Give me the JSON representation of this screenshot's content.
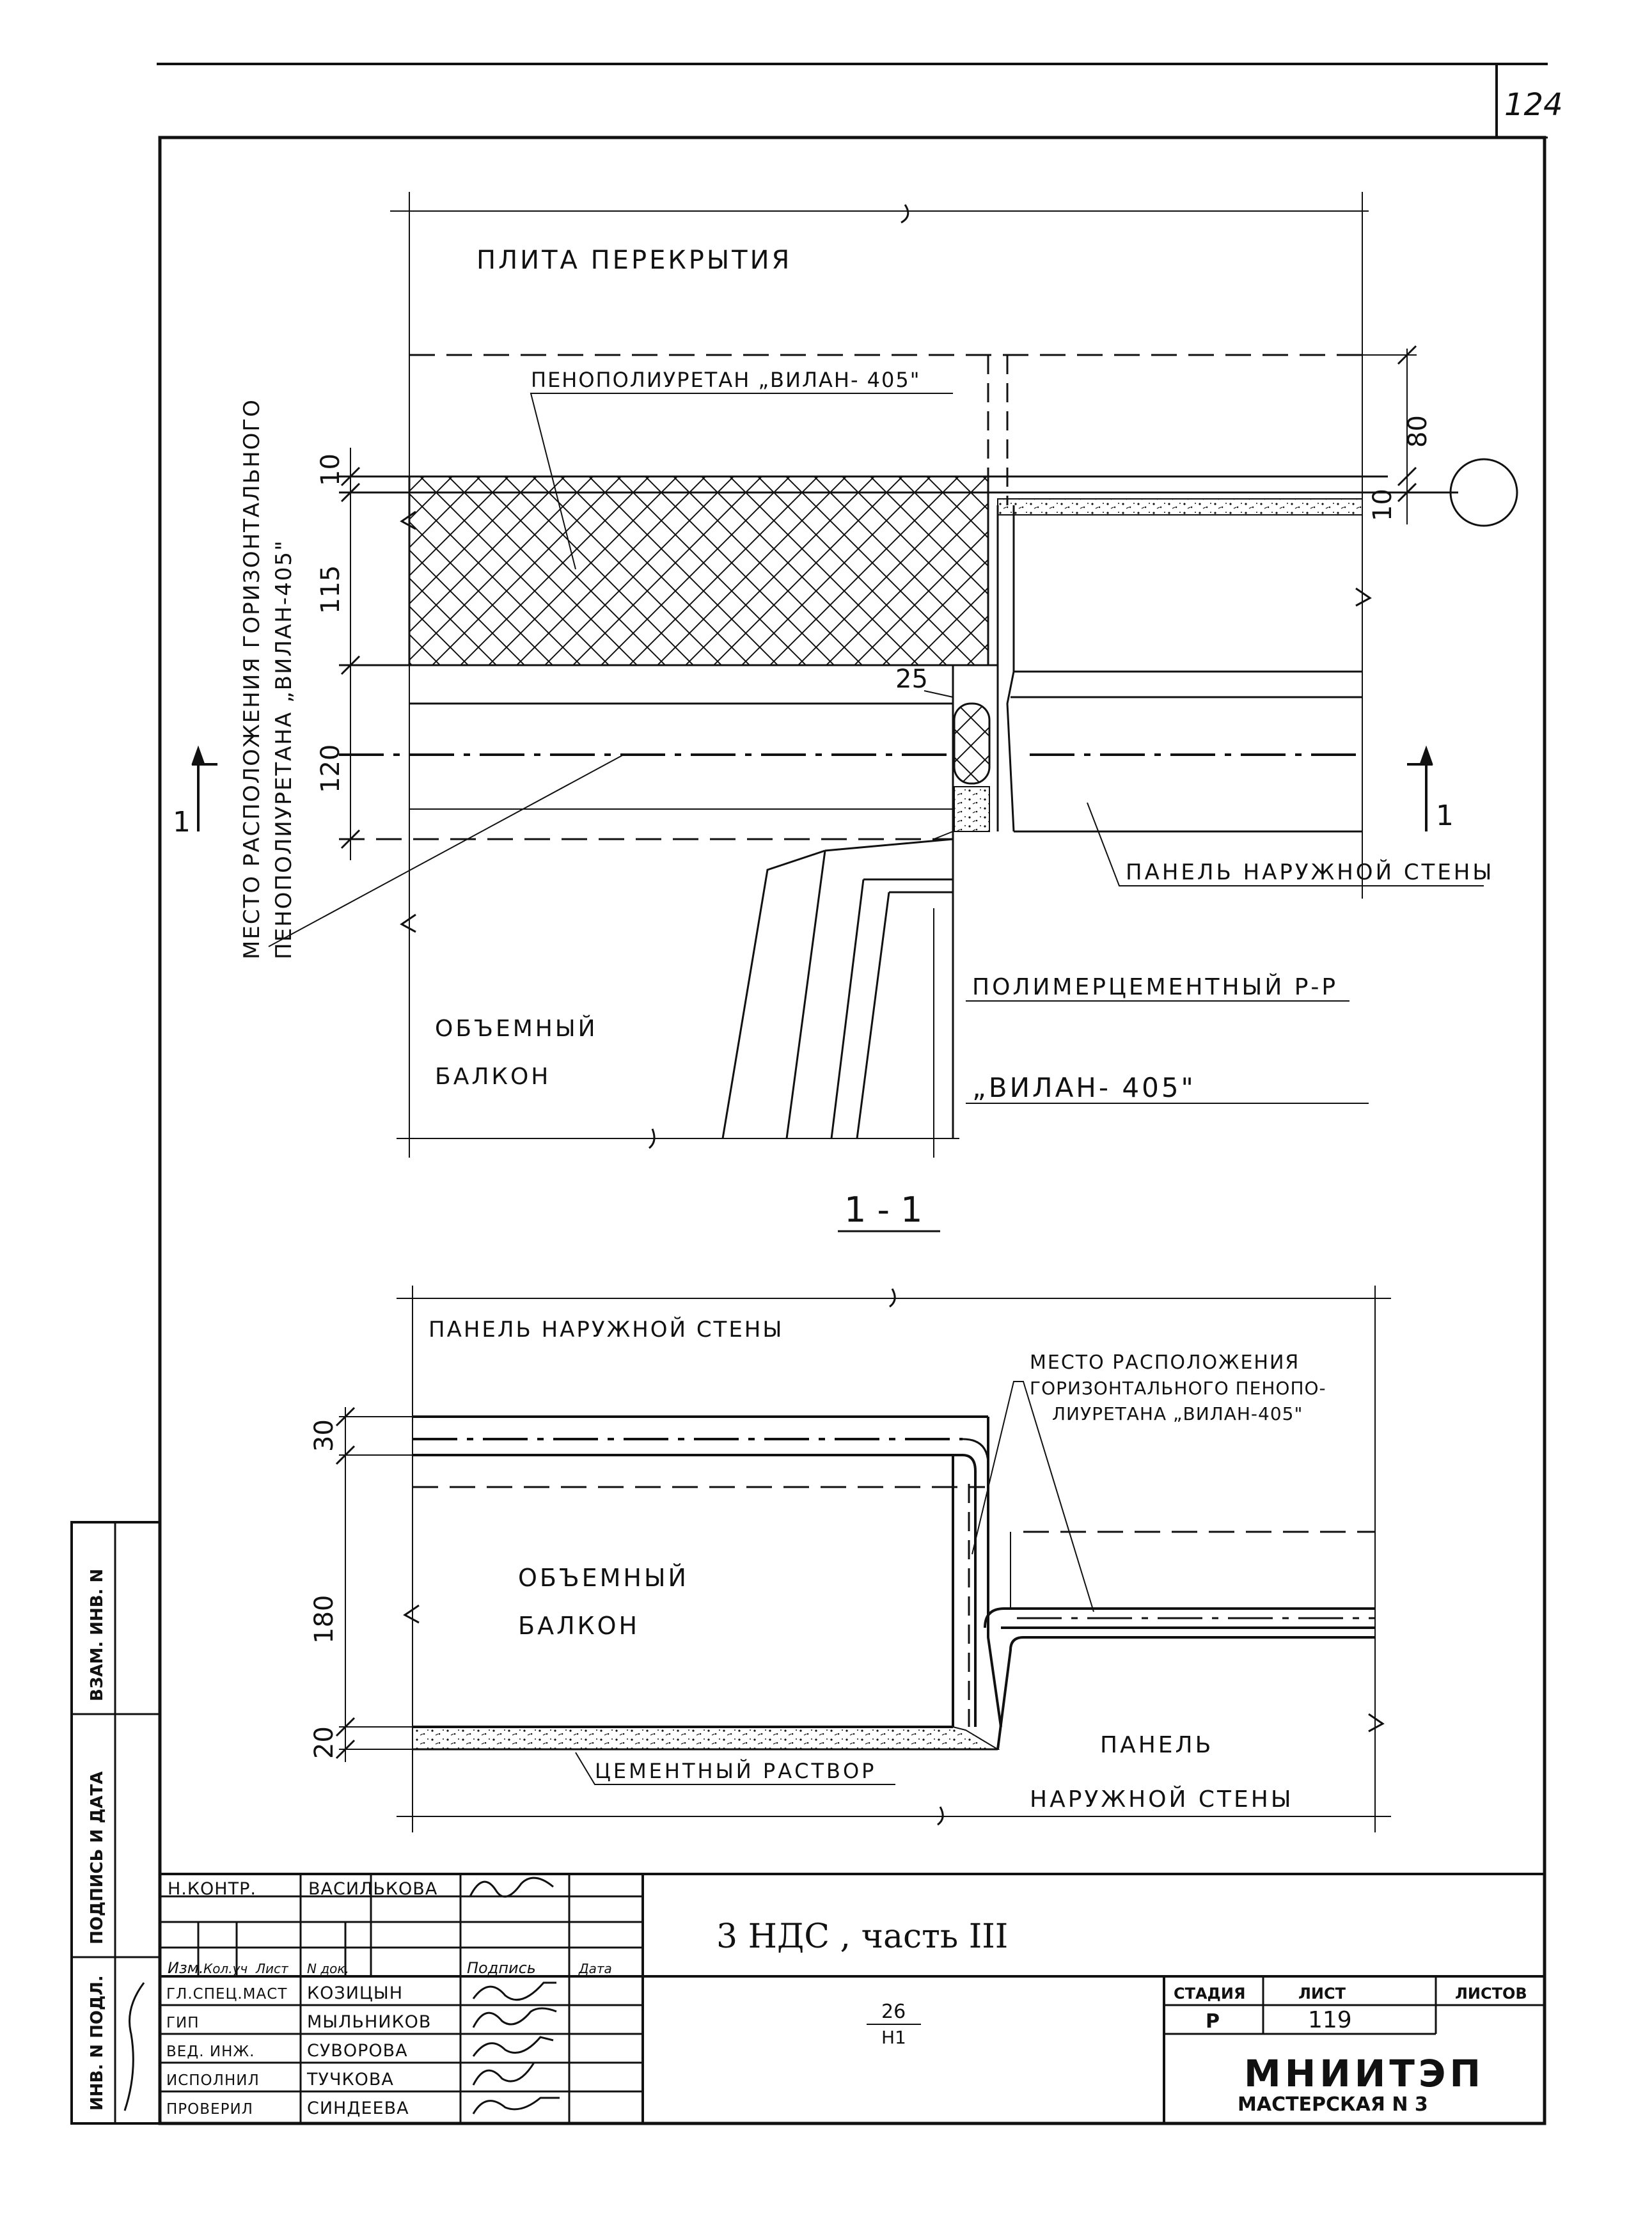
{
  "sheet": {
    "page_number": "124"
  },
  "section_top": {
    "slab_label": "ПЛИТА ПЕРЕКРЫТИЯ",
    "foam_label": "ПЕНОПОЛИУРЕТАН „ВИЛАН- 405\"",
    "vertical_label_1": "МЕСТО РАСПОЛОЖЕНИЯ ГОРИЗОНТАЛЬНОГО",
    "vertical_label_2": "ПЕНОПОЛИУРЕТАНА „ВИЛАН-405\"",
    "wall_panel_label": "ПАНЕЛЬ НАРУЖНОЙ СТЕНЫ",
    "polymer_label": "ПОЛИМЕРЦЕМЕНТНЫЙ Р-Р",
    "vilan_label": "„ВИЛАН- 405\"",
    "balcony_label_1": "ОБЪЕМНЫЙ",
    "balcony_label_2": "БАЛКОН",
    "dims": {
      "d10_top": "10",
      "d115": "115",
      "d120": "120",
      "d25": "25",
      "d80": "80",
      "d10_right": "10"
    },
    "cut_mark_left": "1",
    "cut_mark_right": "1"
  },
  "section_bottom": {
    "title": "1 - 1",
    "wall_panel_top": "ПАНЕЛЬ НАРУЖНОЙ СТЕНЫ",
    "location_1": "МЕСТО РАСПОЛОЖЕНИЯ",
    "location_2": "ГОРИЗОНТАЛЬНОГО ПЕНОПО-",
    "location_3": "ЛИУРЕТАНА „ВИЛАН-405\"",
    "balcony_1": "ОБЪЕМНЫЙ",
    "balcony_2": "БАЛКОН",
    "mortar": "ЦЕМЕНТНЫЙ РАСТВОР",
    "wall_panel_1": "ПАНЕЛЬ",
    "wall_panel_2": "НАРУЖНОЙ СТЕНЫ",
    "dims": {
      "d30": "30",
      "d180": "180",
      "d20": "20"
    }
  },
  "side_stamp": {
    "vzam": "ВЗАМ. ИНВ. N",
    "podpis": "ПОДПИСЬ И ДАТА",
    "inv": "ИНВ. N ПОДЛ."
  },
  "title_block": {
    "ncontr_role": "Н.КОНТР.",
    "ncontr_name": "ВАСИЛЬКОВА",
    "col_izm": "Изм.",
    "col_kol": "Кол.уч",
    "col_list": "Лист",
    "col_ndok": "N док.",
    "col_podpis": "Подпись",
    "col_data": "Дата",
    "rows": [
      {
        "role": "ГЛ.СПЕЦ.МАСТ",
        "name": "КОЗИЦЫН"
      },
      {
        "role": "ГИП",
        "name": "МЫЛЬНИКОВ"
      },
      {
        "role": "ВЕД. ИНЖ.",
        "name": "СУВОРОВА"
      },
      {
        "role": "ИСПОЛНИЛ",
        "name": "ТУЧКОВА"
      },
      {
        "role": "ПРОВЕРИЛ",
        "name": "СИНДЕЕВА"
      }
    ],
    "project_title": "3 НДС , часть III",
    "drawing_code_top": "26",
    "drawing_code_bottom": "Н1",
    "stage_header": "СТАДИЯ",
    "sheet_header": "ЛИСТ",
    "sheets_header": "ЛИСТОВ",
    "stage_value": "Р",
    "sheet_value": "119",
    "org_name": "МНИИТЭП",
    "org_unit": "МАСТЕРСКАЯ N 3"
  }
}
